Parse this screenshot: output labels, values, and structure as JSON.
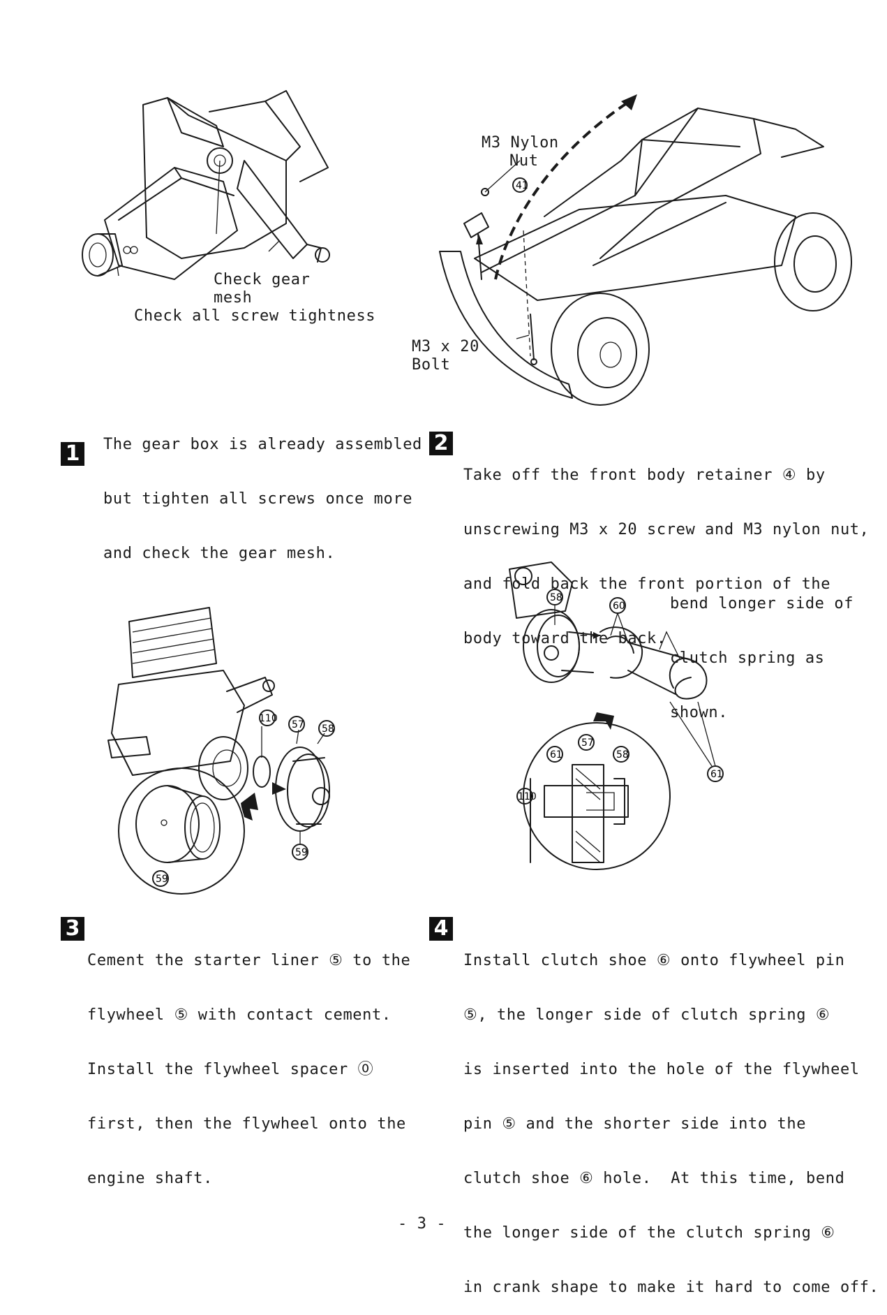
{
  "page_number": "- 3 -",
  "steps": [
    {
      "number": "1",
      "lines": [
        "The gear box is already assembled",
        "but tighten all screws once more",
        "and check the gear mesh."
      ],
      "callouts": {
        "gear_mesh_line1": "Check gear",
        "gear_mesh_line2": "mesh",
        "screws": "Check all screw tightness"
      }
    },
    {
      "number": "2",
      "lines": [
        "Take off the front body retainer ④ by",
        "unscrewing M3 x 20 screw and M3 nylon nut,",
        "and fold back the front portion of the",
        "body toward the back."
      ],
      "callouts": {
        "nut_line1": "M3 Nylon",
        "nut_line2": "Nut",
        "bolt_line1": "M3 x 20",
        "bolt_line2": "Bolt",
        "ref": "41"
      }
    },
    {
      "number": "3",
      "lines": [
        "Cement the starter liner ⑤ to the",
        "flywheel ⑤ with contact cement.",
        "Install the flywheel spacer ⓪",
        "first, then the flywheel onto the",
        "engine shaft."
      ],
      "refs": [
        "110",
        "57",
        "58",
        "59",
        "59"
      ]
    },
    {
      "number": "4",
      "lines": [
        "Install clutch shoe ⑥ onto flywheel pin",
        "⑤, the longer side of clutch spring ⑥",
        "is inserted into the hole of the flywheel",
        "pin ⑤ and the shorter side into the",
        "clutch shoe ⑥ hole.  At this time, bend",
        "the longer side of the clutch spring ⑥",
        "in crank shape to make it hard to come off."
      ],
      "callouts": {
        "line1": "bend longer side of",
        "line2": "clutch spring as",
        "line3": "shown."
      },
      "refs": [
        "58",
        "60",
        "61",
        "57",
        "58",
        "110",
        "61"
      ]
    }
  ]
}
